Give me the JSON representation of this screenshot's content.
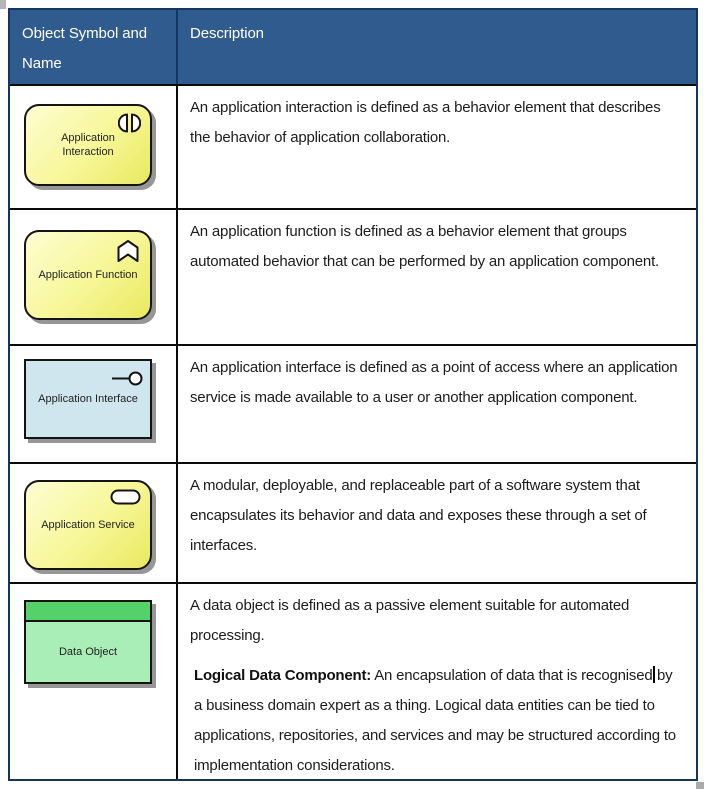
{
  "header": {
    "col1": "Object Symbol and Name",
    "col2": "Description",
    "bg_color": "#2F5B8F",
    "border_color": "#17365D"
  },
  "rows": [
    {
      "symbol_label": "Application\nInteraction",
      "symbol_icon": "interaction-icon",
      "symbol_style": "yellow-rounded",
      "desc": "An application interaction is defined as a behavior element that describes the behavior of application collaboration."
    },
    {
      "symbol_label": "Application Function",
      "symbol_icon": "function-icon",
      "symbol_style": "yellow-rounded",
      "desc": "An application function is defined as a behavior element that groups automated behavior that can be performed by an application component."
    },
    {
      "symbol_label": "Application Interface",
      "symbol_icon": "interface-icon",
      "symbol_style": "blue-rectangle",
      "desc": "An application interface is defined as a point of access where an application service is made available to a user or another application component."
    },
    {
      "symbol_label": "Application Service",
      "symbol_icon": "service-icon",
      "symbol_style": "yellow-rounded",
      "desc": "A modular, deployable, and replaceable part of a software system that encapsulates its behavior and data and exposes these through a set of interfaces."
    },
    {
      "symbol_label": "Data Object",
      "symbol_icon": "none",
      "symbol_style": "green-data-object",
      "desc_p1": "A data object is defined as a passive element suitable for automated processing.",
      "bold_label": "Logical Data Component:",
      "desc_p2a": " An encapsulation of data that is recognised",
      "desc_p2b": "by a business domain expert as a thing. Logical data entities can be tied to applications, repositories, and services and may be structured according to implementation considerations."
    }
  ],
  "colors": {
    "header_blue": "#2F5B8F",
    "outer_border_navy": "#17365D",
    "inner_border_black": "#0a0a0a",
    "archimate_yellow_light": "#FDFDD2",
    "archimate_yellow_dark": "#E9E960",
    "interface_blue": "#CFE6EE",
    "data_object_band_green": "#55D169",
    "data_object_body_green": "#A9EEB6",
    "shape_shadow_gray": "#969696"
  }
}
